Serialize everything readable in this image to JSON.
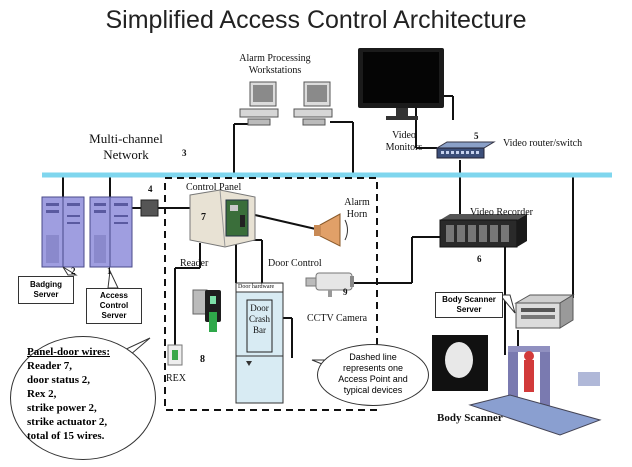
{
  "title": "Simplified Access Control Architecture",
  "network": {
    "label_line1": "Multi-channel",
    "label_line2": "Network",
    "number": "3"
  },
  "alarm_workstations": {
    "label_line1": "Alarm Processing",
    "label_line2": "Workstations"
  },
  "video_monitors": {
    "label_line1": "Video",
    "label_line2": "Monitors"
  },
  "video_router": {
    "label": "Video router/switch",
    "number": "5"
  },
  "video_recorder": {
    "label": "Video Recorder",
    "number": "6"
  },
  "control_panel": {
    "label": "Control Panel",
    "number": "7"
  },
  "panel_link_number": "4",
  "alarm_horn": {
    "label_line1": "Alarm",
    "label_line2": "Horn"
  },
  "reader": {
    "label": "Reader"
  },
  "door_control": {
    "label": "Door Control"
  },
  "door_hardware": {
    "label": "Door hardware",
    "bar_line1": "Door",
    "bar_line2": "Crash",
    "bar_line3": "Bar"
  },
  "cctv_camera": {
    "label": "CCTV Camera",
    "number": "9"
  },
  "rex": {
    "label": "REX"
  },
  "access_point_number": "8",
  "badging_server": {
    "label_line1": "Badging",
    "label_line2": "Server",
    "number": "2"
  },
  "access_control_server": {
    "label_line1": "Access",
    "label_line2": "Control",
    "label_line3": "Server",
    "number": "1"
  },
  "body_scanner_server": {
    "label_line1": "Body Scanner",
    "label_line2": "Server"
  },
  "body_scanner": {
    "label": "Body Scanner"
  },
  "dashed_note": {
    "line1": "Dashed line",
    "line2": "represents one",
    "line3": "Access Point and",
    "line4": "typical devices"
  },
  "panel_door_wires": {
    "heading": "Panel-door wires:",
    "lines": [
      "Reader 7,",
      "door status 2,",
      "Rex 2,",
      "strike power 2,",
      "strike actuator 2,",
      "total of 15 wires."
    ]
  },
  "colors": {
    "network_line": "#7fd6ee",
    "rack": "#9f9ee0",
    "panel": "#e8e2d4"
  }
}
